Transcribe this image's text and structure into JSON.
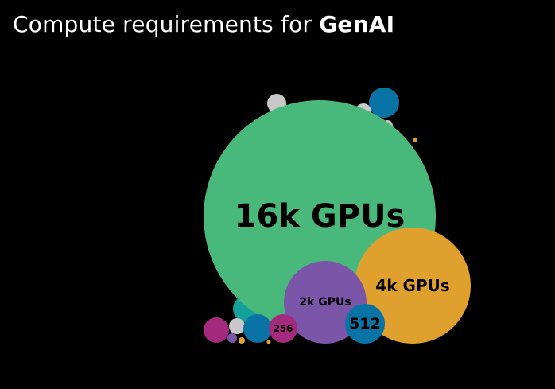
{
  "header": {
    "title_prefix": "Compute requirements for ",
    "title_emphasis": "GenAI"
  },
  "chart_data": {
    "type": "bubble",
    "title": "Compute requirements for GenAI",
    "unit": "GPUs",
    "palette": {
      "green": "#48B87B",
      "orange": "#E0A02E",
      "purple": "#7B55A8",
      "blue": "#0A73A6",
      "magenta": "#A32A7C",
      "teal": "#14A199",
      "gray": "#C8C8C8"
    },
    "bubbles": [
      {
        "label": "16k GPUs",
        "value": 16384,
        "color": "#48B87B"
      },
      {
        "label": "4k GPUs",
        "value": 4096,
        "color": "#E0A02E"
      },
      {
        "label": "2k GPUs",
        "value": 2048,
        "color": "#7B55A8"
      },
      {
        "label": "512",
        "value": 512,
        "color": "#0A73A6"
      },
      {
        "label": "256",
        "value": 256,
        "color": "#A32A7C"
      },
      {
        "label": "",
        "value": 256,
        "color": "#0A73A6"
      },
      {
        "label": "",
        "value": 200,
        "color": "#A32A7C"
      },
      {
        "label": "",
        "value": 220,
        "color": "#14A199"
      },
      {
        "label": "",
        "value": 280,
        "color": "#0A73A6"
      },
      {
        "label": "",
        "value": 120,
        "color": "#C8C8C8"
      },
      {
        "label": "",
        "value": 100,
        "color": "#C8C8C8"
      },
      {
        "label": "",
        "value": 60,
        "color": "#C8C8C8"
      },
      {
        "label": "",
        "value": 60,
        "color": "#C8C8C8"
      },
      {
        "label": "",
        "value": 40,
        "color": "#7B55A8"
      },
      {
        "label": "",
        "value": 8,
        "color": "#E0A02E"
      },
      {
        "label": "",
        "value": 8,
        "color": "#E0A02E"
      },
      {
        "label": "",
        "value": 4,
        "color": "#E0A02E"
      }
    ]
  }
}
